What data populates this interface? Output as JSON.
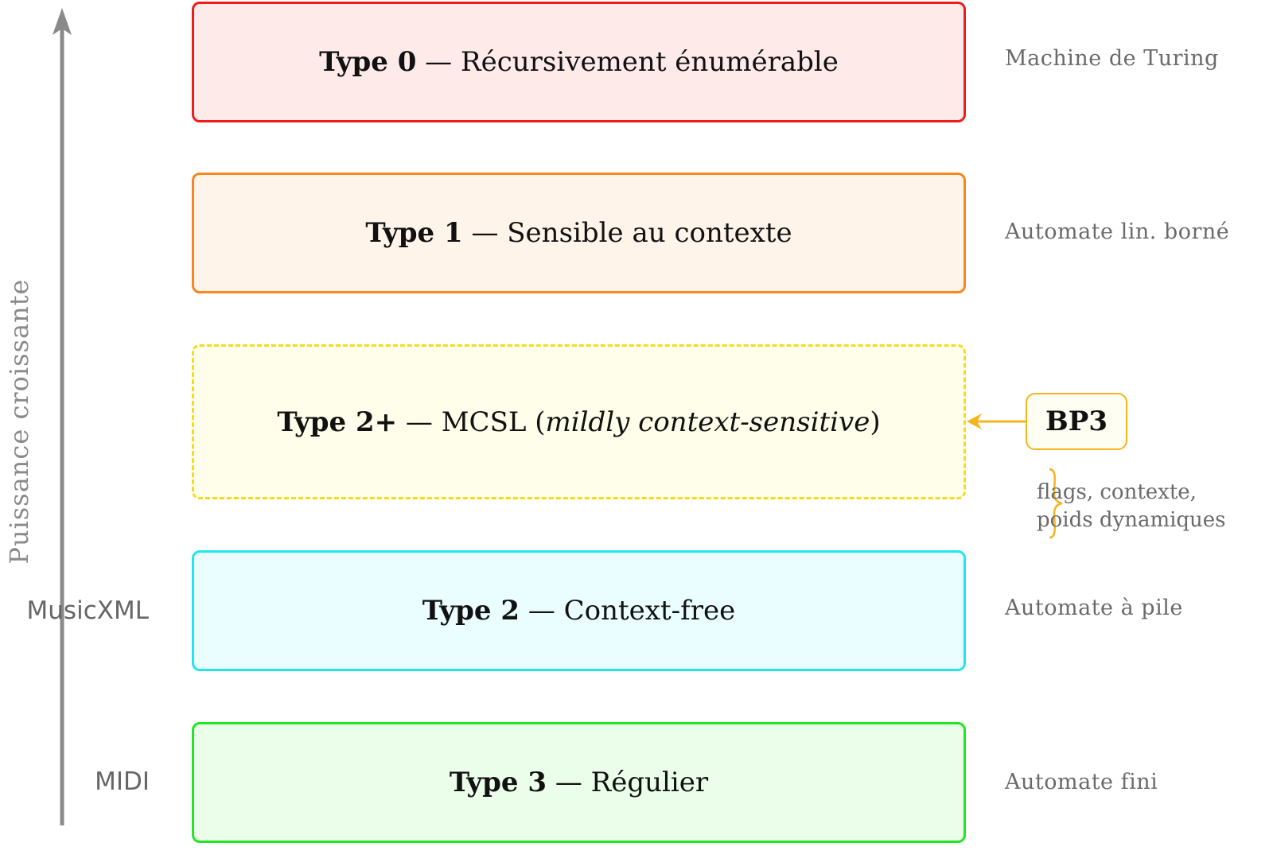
{
  "axis": {
    "label": "Puissance croissante",
    "color": "#8a8a8a"
  },
  "formats": [
    {
      "label": "MusicXML",
      "level": "Type 2"
    },
    {
      "label": "MIDI",
      "level": "Type 3"
    }
  ],
  "levels": [
    {
      "name": "Type 0",
      "separator": " — ",
      "description": "Récursivement énumérable",
      "automaton": "Machine de Turing",
      "border_color": "#ee1c1c",
      "fill_color": "#ffeaea",
      "dashed": false
    },
    {
      "name": "Type 1",
      "separator": " — ",
      "description": "Sensible au contexte",
      "automaton": "Automate lin. borné",
      "border_color": "#f7871e",
      "fill_color": "#fff4ea",
      "dashed": false
    },
    {
      "name": "Type 2+",
      "separator": " — ",
      "description_prefix": "MCSL (",
      "description_italic": "mildly context-sensitive",
      "description_suffix": ")",
      "border_color": "#f4dc1e",
      "fill_color": "#fffeea",
      "dashed": true
    },
    {
      "name": "Type 2",
      "separator": " — ",
      "description": "Context-free",
      "automaton": "Automate à pile",
      "border_color": "#22e5ee",
      "fill_color": "#eafeff",
      "dashed": false
    },
    {
      "name": "Type 3",
      "separator": " — ",
      "description": "Régulier",
      "automaton": "Automate fini",
      "border_color": "#22e622",
      "fill_color": "#eafeea",
      "dashed": false
    }
  ],
  "bp3": {
    "label": "BP3",
    "points_to": "Type 2+",
    "border_color": "#f5b41e",
    "note_lines": [
      "flags, contexte,",
      "poids dynamiques"
    ]
  }
}
